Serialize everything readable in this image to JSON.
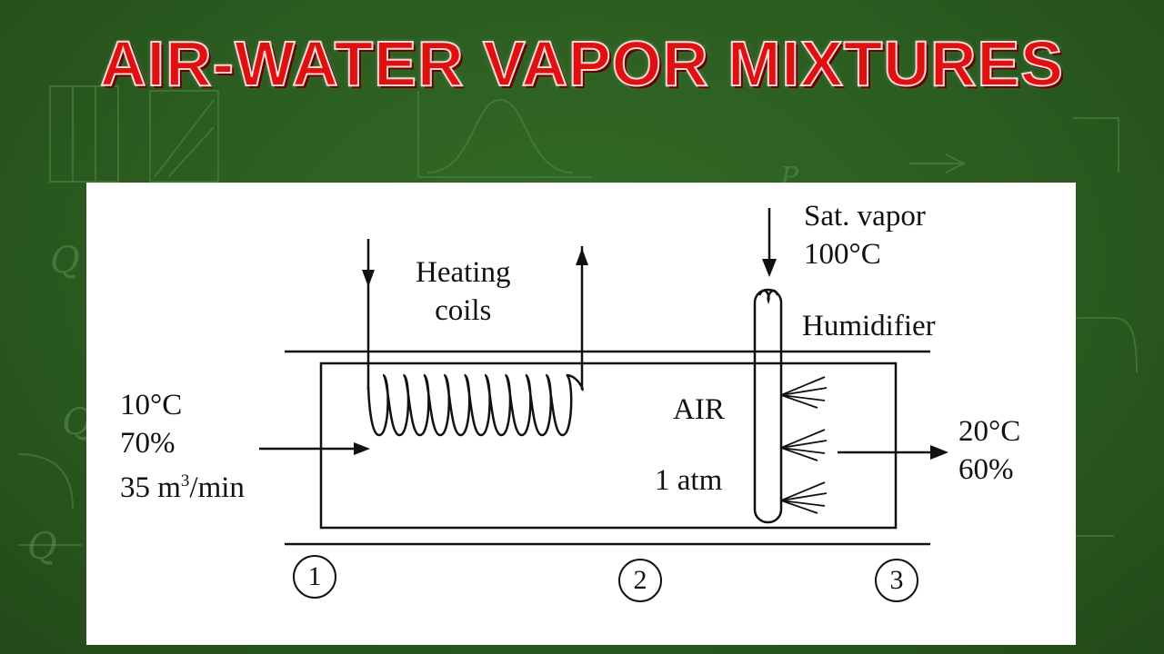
{
  "title": "AIR-WATER VAPOR MIXTURES",
  "colors": {
    "board": "#2a5a1f",
    "title_fill": "#e01010",
    "title_outline": "#f3d8d8",
    "diagram_bg": "#ffffff",
    "ink": "#111111"
  },
  "diagram": {
    "heating_coils": [
      "Heating",
      "coils"
    ],
    "steam_supply": [
      "Sat. vapor",
      "100°C"
    ],
    "humidifier": "Humidifier",
    "air_label": "AIR",
    "pressure": "1 atm",
    "inlet": {
      "temperature": "10°C",
      "humidity": "70%",
      "flow_value": "35 m",
      "flow_exp": "3",
      "flow_unit": "/min"
    },
    "outlet": {
      "temperature": "20°C",
      "humidity": "60%"
    },
    "states": [
      "1",
      "2",
      "3"
    ]
  }
}
